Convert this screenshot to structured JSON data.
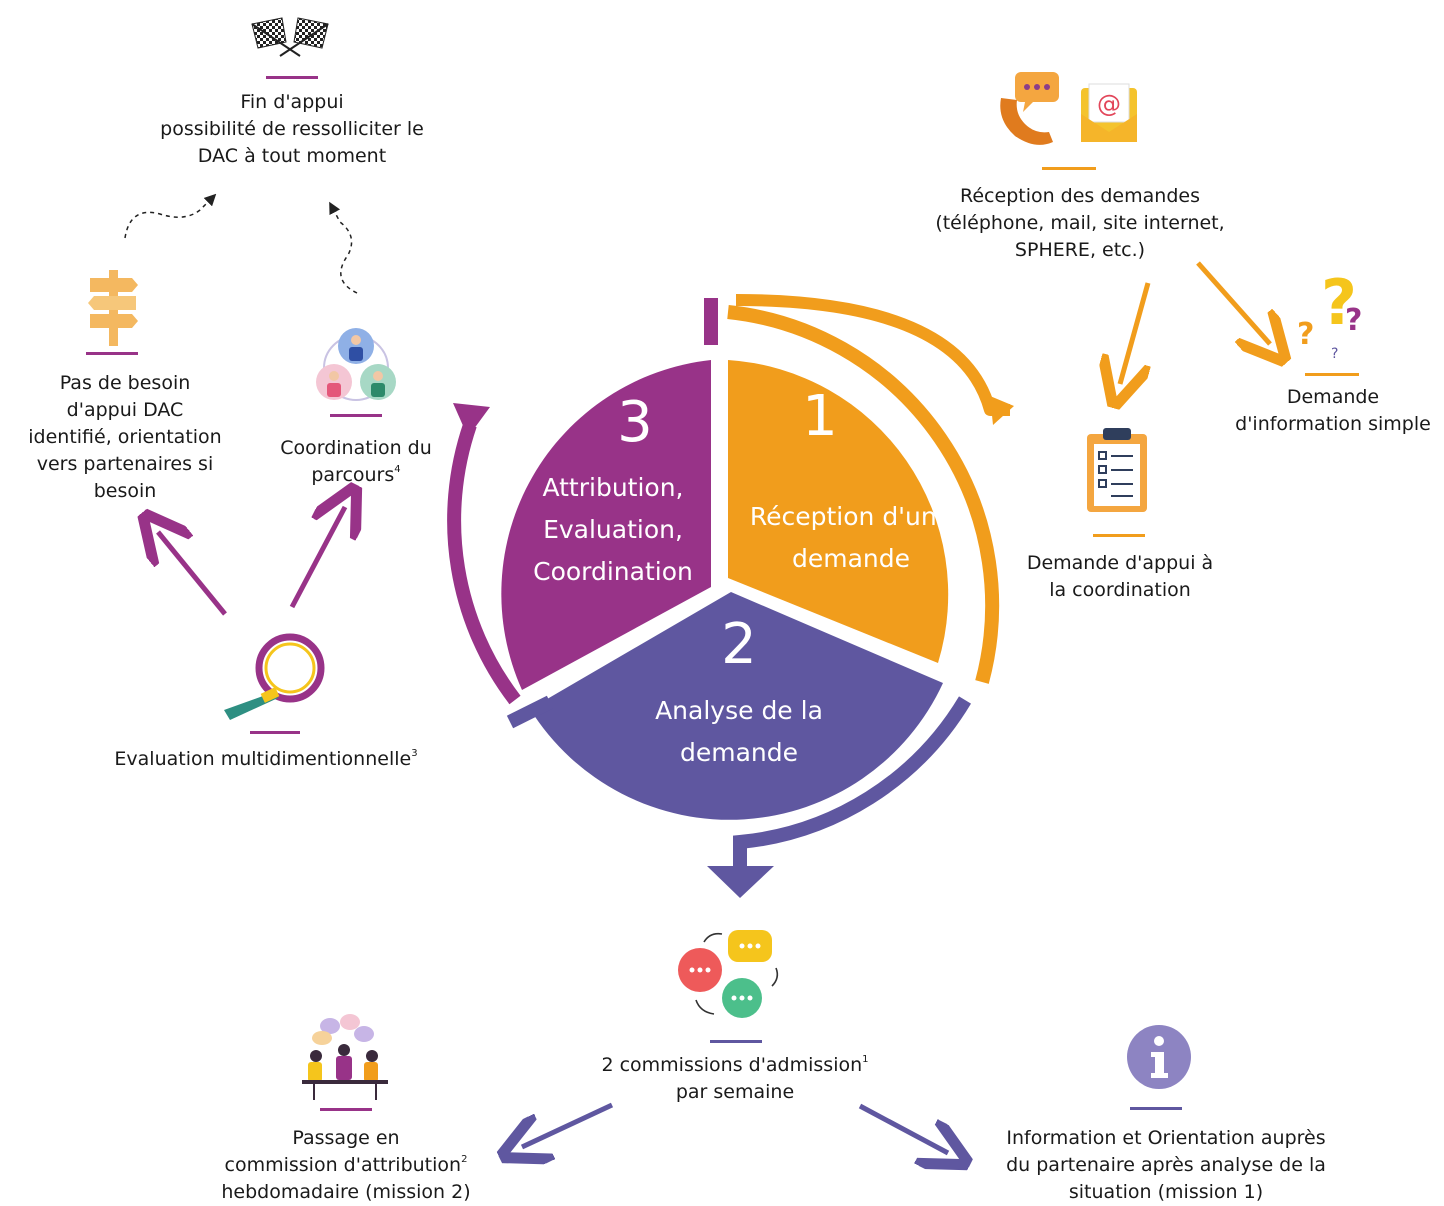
{
  "colors": {
    "purple": "#983388",
    "orange": "#f19d1c",
    "indigo": "#5f57a0",
    "text": "#1a1a1a"
  },
  "stages": [
    {
      "number": "1",
      "title_lines": [
        "Réception d'une",
        "demande"
      ]
    },
    {
      "number": "2",
      "title_lines": [
        "Analyse de la",
        "demande"
      ]
    },
    {
      "number": "3",
      "title_lines": [
        "Attribution,",
        "Evaluation,",
        "Coordination"
      ]
    }
  ],
  "nodes": {
    "end": {
      "lines": [
        "Fin d'appui",
        "possibilité de ressolliciter le",
        "DAC à tout moment"
      ],
      "icon": "checkered-flags-icon"
    },
    "reception": {
      "lines": [
        "Réception des demandes",
        "(téléphone, mail, site internet,",
        "SPHERE, etc.)"
      ],
      "icon": "phone-mail-icon"
    },
    "info_request": {
      "lines": [
        "Demande",
        "d'information simple"
      ],
      "icon": "question-marks-icon"
    },
    "coord_request": {
      "lines": [
        "Demande d'appui à",
        "la coordination"
      ],
      "icon": "clipboard-checklist-icon"
    },
    "no_need": {
      "lines": [
        "Pas de besoin",
        "d'appui DAC",
        "identifié, orientation",
        "vers partenaires si",
        "besoin"
      ],
      "icon": "signpost-icon"
    },
    "coordination": {
      "line1": "Coordination du",
      "line2": "parcours",
      "sup": "4",
      "icon": "team-circle-icon"
    },
    "evaluation": {
      "text": "Evaluation multidimentionnelle",
      "sup": "3",
      "icon": "magnifier-icon"
    },
    "commissions": {
      "line1": "2 commissions d'admission",
      "sup": "1",
      "line2": "par semaine",
      "icon": "chat-bubbles-icon"
    },
    "attribution": {
      "line1": "Passage en",
      "line2": "commission d'attribution",
      "sup": "2",
      "line3": "hebdomadaire (mission 2)",
      "icon": "meeting-people-icon"
    },
    "orientation": {
      "lines": [
        "Information et Orientation auprès",
        "du partenaire après analyse de la",
        "situation (mission 1)"
      ],
      "icon": "info-icon"
    }
  }
}
